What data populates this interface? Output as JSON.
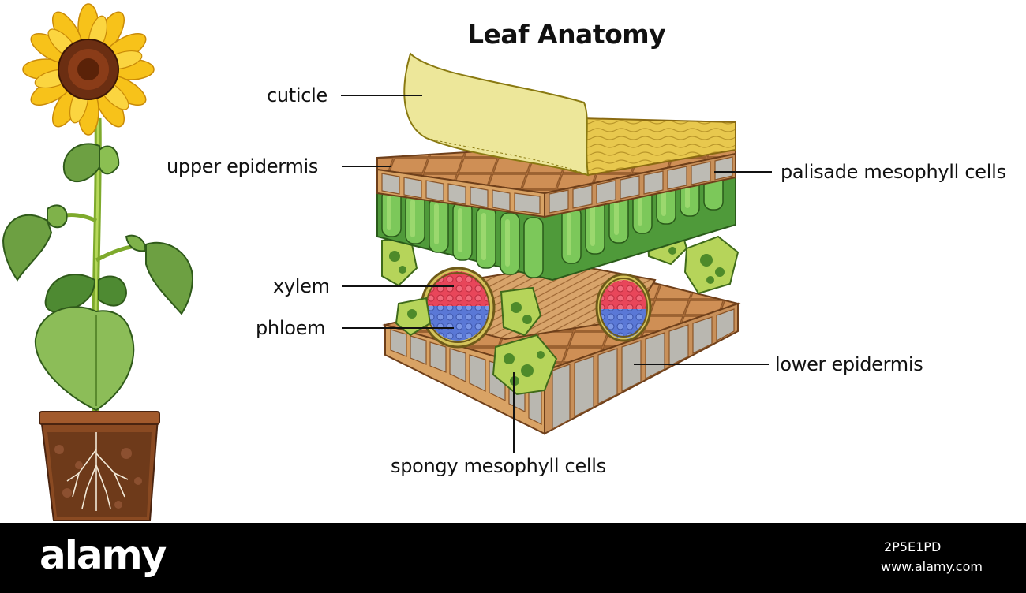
{
  "title": "Leaf Anatomy",
  "labels": {
    "cuticle": "cuticle",
    "upper_epidermis": "upper epidermis",
    "xylem": "xylem",
    "phloem": "phloem",
    "palisade": "palisade mesophyll cells",
    "lower_epidermis": "lower epidermis",
    "spongy": "spongy mesophyll cells"
  },
  "watermark": {
    "brand": "alamy",
    "image_id": "2P5E1PD",
    "url": "www.alamy.com"
  },
  "colors": {
    "cuticle": "#e8e07a",
    "epidermis": "#c98a4e",
    "palisade": "#5fb84a",
    "spongy": "#b6d45a",
    "xylem": "#e8465a",
    "phloem": "#5a78d6",
    "petal": "#f7c21a",
    "flower_center": "#6b2e12",
    "pot": "#8a4a22"
  }
}
